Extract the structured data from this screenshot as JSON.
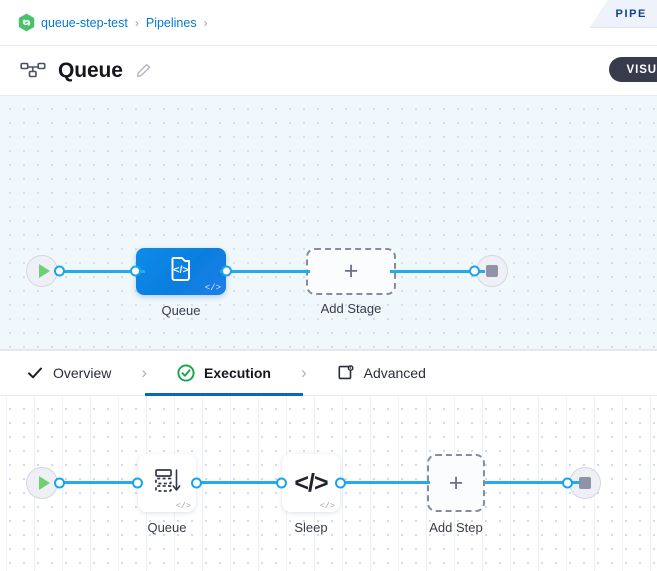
{
  "breadcrumb": {
    "project_icon": "harness-project-icon",
    "items": [
      {
        "label": "queue-step-test",
        "href": true
      },
      {
        "label": "Pipelines",
        "href": true
      }
    ],
    "separator": "›",
    "trailing_separator": "›"
  },
  "pipeline_tab": {
    "label": "PIPE",
    "full_label": "PIPELINE",
    "color": "#10418c"
  },
  "header": {
    "icon": "pipeline-hierarchy-icon",
    "title": "Queue",
    "edit_icon": "pencil-icon",
    "visual_button": {
      "label": "VISU",
      "full_label": "VISUAL",
      "bg": "#383b4b",
      "fg": "#ffffff"
    }
  },
  "stage_canvas": {
    "background": "#f0f8fc",
    "start_node": {
      "name": "start",
      "icon": "play-icon",
      "color": "#6fcf73"
    },
    "end_node": {
      "name": "end",
      "icon": "stop-square-icon",
      "color": "#9093a8"
    },
    "nodes": [
      {
        "id": "stage-queue",
        "label": "Queue",
        "icon": "custom-stage-code-icon",
        "badge": "</>",
        "type": "stage",
        "color": "#0a7ee0"
      },
      {
        "id": "add-stage",
        "label": "Add Stage",
        "icon": "plus-icon",
        "type": "add"
      }
    ]
  },
  "tabs": {
    "chevron": "›",
    "items": [
      {
        "id": "overview",
        "label": "Overview",
        "icon": "check-icon",
        "active": false
      },
      {
        "id": "execution",
        "label": "Execution",
        "icon": "check-circle-icon",
        "active": true
      },
      {
        "id": "advanced",
        "label": "Advanced",
        "icon": "advanced-gear-icon",
        "active": false
      }
    ],
    "active_underline_color": "#0b66c3",
    "active_check_color": "#16a34a"
  },
  "step_canvas": {
    "background": "#ffffff",
    "start_node": {
      "name": "start",
      "icon": "play-icon",
      "color": "#6fcf73"
    },
    "end_node": {
      "name": "end",
      "icon": "stop-square-icon",
      "color": "#9093a8"
    },
    "nodes": [
      {
        "id": "step-queue",
        "label": "Queue",
        "icon": "queue-stack-arrow-icon",
        "badge": "</>",
        "type": "step"
      },
      {
        "id": "step-sleep",
        "label": "Sleep",
        "icon": "code-brackets-icon",
        "badge": "</>",
        "type": "step"
      },
      {
        "id": "add-step",
        "label": "Add Step",
        "icon": "plus-icon",
        "type": "add"
      }
    ]
  },
  "colors": {
    "edge": "#23abeb",
    "port_stroke": "#1ba5e8",
    "link": "#0278d5",
    "stage_blue": "#0a7ee0"
  }
}
